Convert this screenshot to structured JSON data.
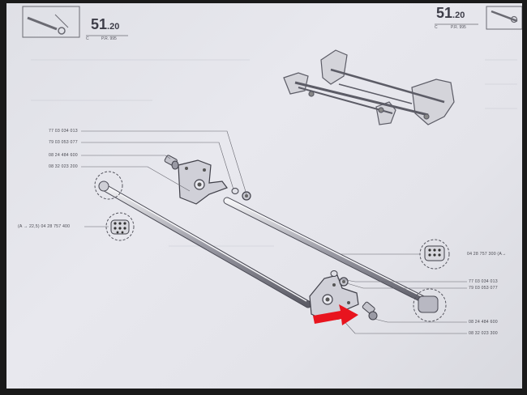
{
  "header_left": {
    "section_main": "51",
    "section_minor": ".20",
    "variant": "C",
    "reference": "P.R. 995"
  },
  "header_right": {
    "section_main": "51",
    "section_minor": ".20",
    "variant": "C",
    "reference": "P.R. 995"
  },
  "left_callouts": [
    "77 03 034 013",
    "79 03 053 077",
    "08 24 484 600",
    "08 32 023 200"
  ],
  "left_end_callout": {
    "prefix": "(A → 22,5)",
    "part": "04 28 757 400"
  },
  "right_callouts": {
    "end_fitting": "04 28 757 300 (A→",
    "nut": "77 03 034 013",
    "washer": "79 03 053 077",
    "bolt": "08 24 484 600",
    "bracket": "08 32 023 300"
  },
  "colors": {
    "arrow": "#e8141e",
    "paper": "#e4e4ea",
    "ink": "#55555e"
  },
  "icons": [
    "thumbnail-bar-icon",
    "thumbnail-bar-icon-right",
    "red-pointer-arrow-icon"
  ]
}
